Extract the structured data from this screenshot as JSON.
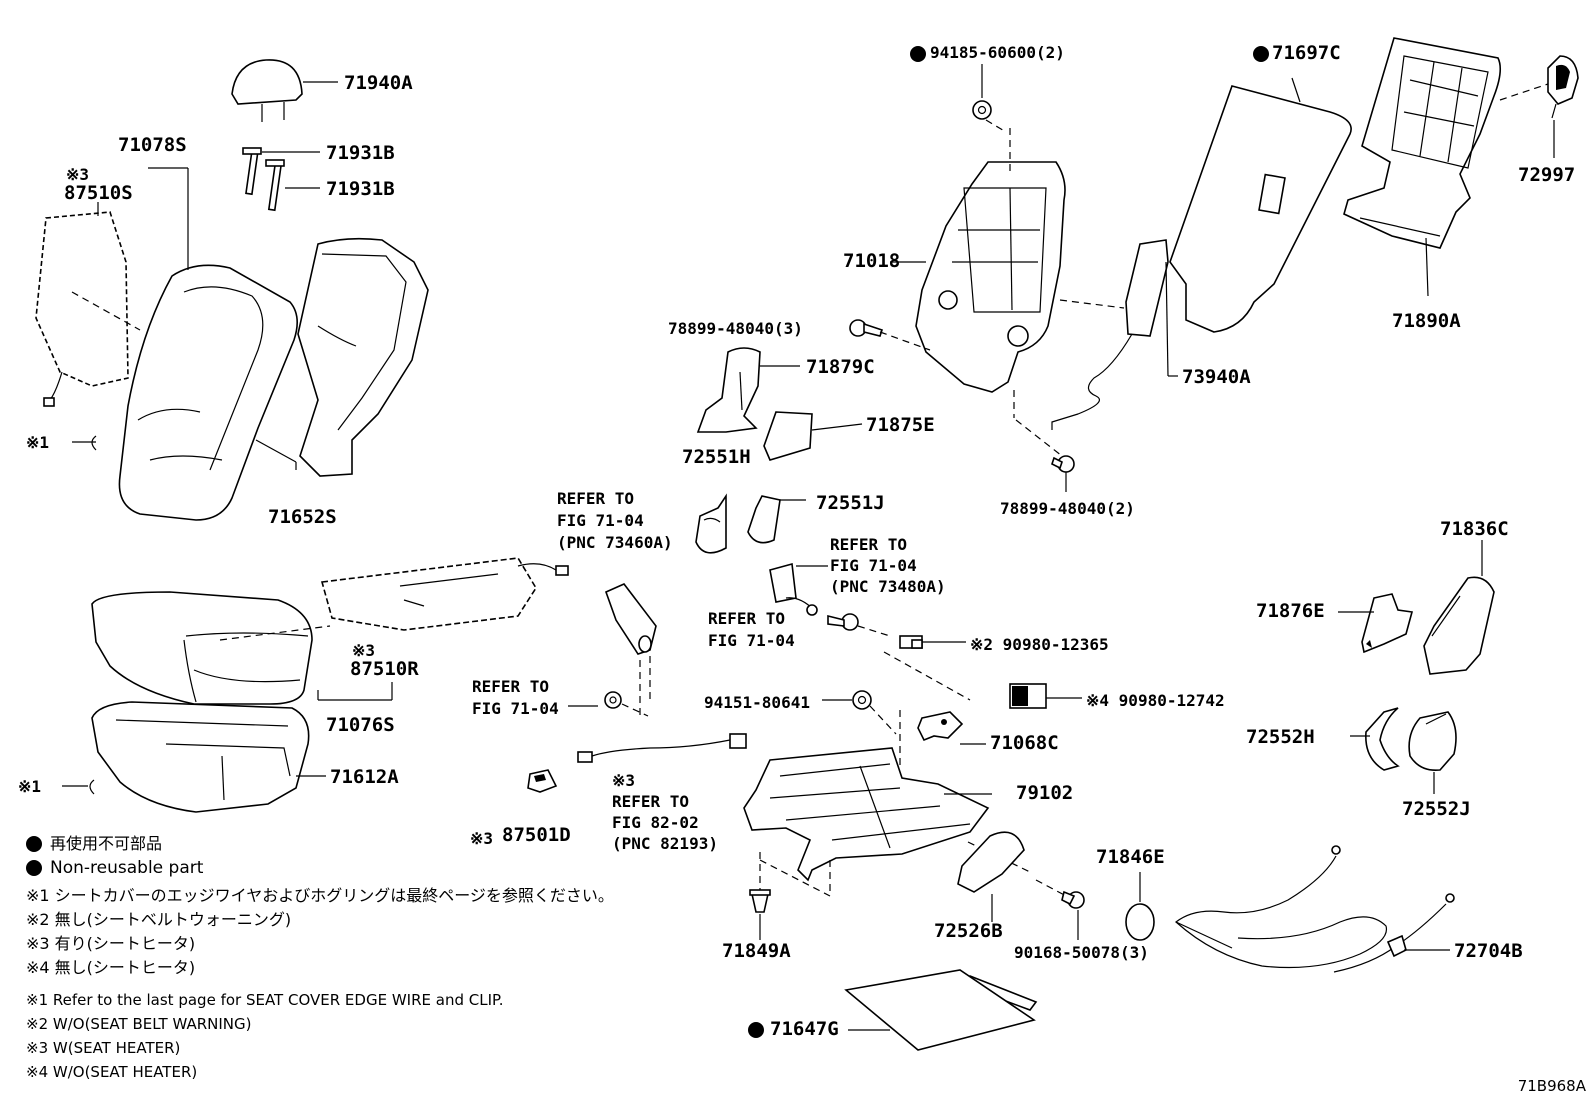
{
  "labels": {
    "p71940A": "71940A",
    "p71078S": "71078S",
    "p71931B_a": "71931B",
    "p71931B_b": "71931B",
    "p87510S": "87510S",
    "mark_87510S": "※3",
    "clip1_mark": "※1",
    "p71652S": "71652S",
    "ref_fig_71_04_a": "REFER TO\nFIG 71-04\n(PNC 73460A)",
    "p87510R": "87510R",
    "mark_87510R": "※3",
    "p71076S": "71076S",
    "ref_fig_71_04_b": "REFER TO\nFIG 71-04",
    "clip2_mark": "※1",
    "p71612A": "71612A",
    "p87501D": "87501D",
    "mark_87501D": "※3",
    "ref_fig_82_02": "※3\nREFER TO\nFIG 82-02\n(PNC 82193)",
    "p94185": "94185-60600(2)",
    "p71018": "71018",
    "p78899_a": "78899-48040(3)",
    "p71879C": "71879C",
    "p71875E": "71875E",
    "p72551H": "72551H",
    "p72551J": "72551J",
    "ref_fig_71_04_c": "REFER TO\nFIG 71-04\n(PNC 73480A)",
    "ref_fig_71_04_d": "REFER TO\nFIG 71-04",
    "p90980_12365": "※2 90980-12365",
    "p94151": "94151-80641",
    "p90980_12742": "※4 90980-12742",
    "p71068C": "71068C",
    "p79102": "79102",
    "p71846E": "71846E",
    "p72526B": "72526B",
    "p90168": "90168-50078(3)",
    "p71849A": "71849A",
    "p71647G": "71647G",
    "p71697C": "71697C",
    "p73940A": "73940A",
    "p78899_b": "78899-48040(2)",
    "p72997": "72997",
    "p71890A": "71890A",
    "p71836C": "71836C",
    "p71876E": "71876E",
    "p72552H": "72552H",
    "p72552J": "72552J",
    "p72704B": "72704B"
  },
  "legend": {
    "non_reusable_jp": "再使用不可部品",
    "non_reusable_en": "Non-reusable part",
    "notes_jp": [
      "※1  シートカバーのエッジワイヤおよびホグリングは最終ページを参照ください。",
      "※2  無し(シートベルトウォーニング)",
      "※3  有り(シートヒータ)",
      "※4  無し(シートヒータ)"
    ],
    "notes_en": [
      "※1  Refer to the last page for SEAT COVER EDGE WIRE and CLIP.",
      "※2  W/O(SEAT BELT WARNING)",
      "※3  W(SEAT HEATER)",
      "※4  W/O(SEAT HEATER)"
    ]
  },
  "figure_code": "71B968A"
}
